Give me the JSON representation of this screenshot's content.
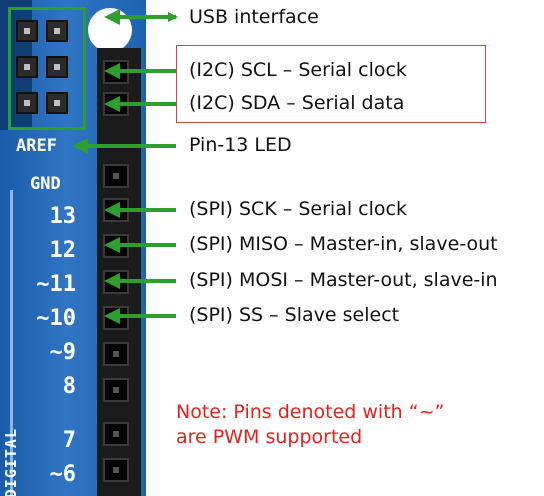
{
  "board": {
    "silkscreen": {
      "aref": "AREF",
      "gnd": "GND",
      "digital": "DIGITAL",
      "pin_numbers": [
        "13",
        "12",
        "~11",
        "~10",
        "~9",
        "8",
        "7",
        "~6"
      ]
    }
  },
  "labels": {
    "usb": "USB interface",
    "scl": "(I2C) SCL – Serial clock",
    "sda": "(I2C) SDA – Serial data",
    "led": "Pin-13 LED",
    "sck": "(SPI) SCK – Serial clock",
    "miso": "(SPI) MISO – Master-in, slave-out",
    "mosi": "(SPI) MOSI – Master-out, slave-in",
    "ss": "(SPI) SS – Slave select"
  },
  "note": {
    "line1": "Note: Pins denoted with “~”",
    "line2": "are PWM supported"
  },
  "colors": {
    "arrow": "#2e9e2e",
    "note": "#e3211d",
    "i2c_box": "#cc4444",
    "board": "#2f75c4"
  }
}
